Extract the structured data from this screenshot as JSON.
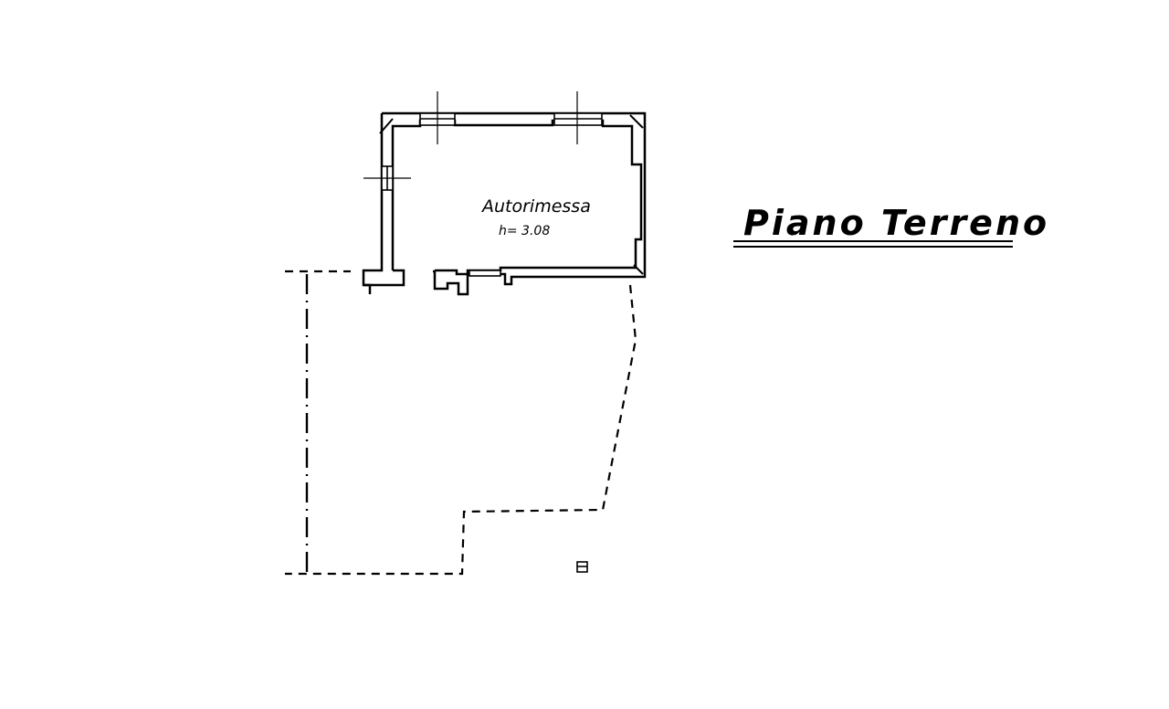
{
  "plan": {
    "floor_title": "Piano Terreno",
    "rooms": [
      {
        "name": "Autorimessa",
        "height_label": "h= 3.08"
      }
    ]
  }
}
